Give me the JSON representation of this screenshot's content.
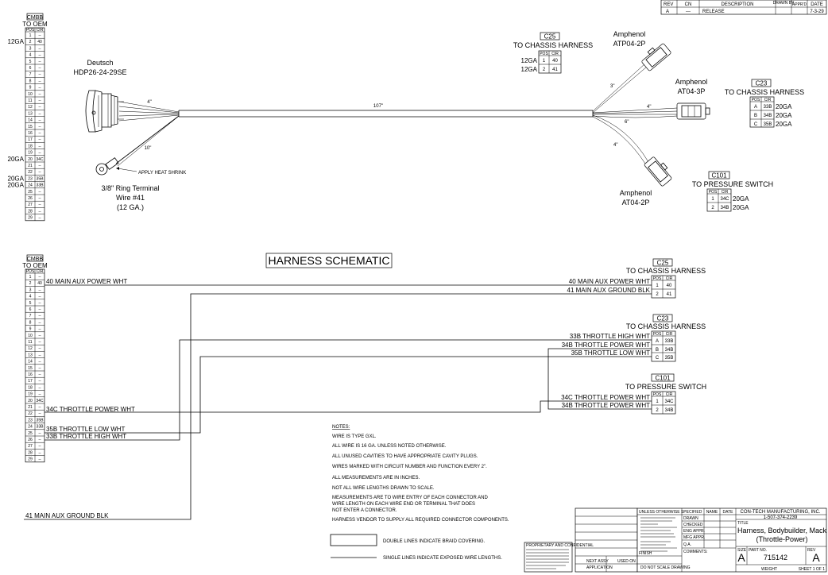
{
  "revision_block": {
    "headers": [
      "REV",
      "CN",
      "DESCRIPTION",
      "DRAWN BY",
      "APPR'D",
      "DATE"
    ],
    "row": [
      "A",
      "---",
      "RELEASE",
      "",
      "",
      "7-3-29"
    ]
  },
  "title_top": "HARNESS SCHEMATIC",
  "cmbb_table": {
    "name": "CMBB",
    "subtitle": "TO OEM",
    "pos_header": "POS",
    "cir_header": "CIR",
    "rows": [
      {
        "pos": "1",
        "cir": "--"
      },
      {
        "pos": "2",
        "cir": "40"
      },
      {
        "pos": "3",
        "cir": "--"
      },
      {
        "pos": "4",
        "cir": "--"
      },
      {
        "pos": "5",
        "cir": "--"
      },
      {
        "pos": "6",
        "cir": "--"
      },
      {
        "pos": "7",
        "cir": "--"
      },
      {
        "pos": "8",
        "cir": "--"
      },
      {
        "pos": "9",
        "cir": "--"
      },
      {
        "pos": "10",
        "cir": "--"
      },
      {
        "pos": "11",
        "cir": "--"
      },
      {
        "pos": "12",
        "cir": "--"
      },
      {
        "pos": "13",
        "cir": "--"
      },
      {
        "pos": "14",
        "cir": "--"
      },
      {
        "pos": "15",
        "cir": "--"
      },
      {
        "pos": "16",
        "cir": "--"
      },
      {
        "pos": "17",
        "cir": "--"
      },
      {
        "pos": "18",
        "cir": "--"
      },
      {
        "pos": "19",
        "cir": "--"
      },
      {
        "pos": "20",
        "cir": "34C"
      },
      {
        "pos": "21",
        "cir": "--"
      },
      {
        "pos": "22",
        "cir": "--"
      },
      {
        "pos": "23",
        "cir": "35B"
      },
      {
        "pos": "24",
        "cir": "33B"
      },
      {
        "pos": "25",
        "cir": "--"
      },
      {
        "pos": "26",
        "cir": "--"
      },
      {
        "pos": "27",
        "cir": "--"
      },
      {
        "pos": "28",
        "cir": "--"
      },
      {
        "pos": "29",
        "cir": "--"
      }
    ],
    "gauges": [
      {
        "row": 2,
        "label": "12GA"
      },
      {
        "row": 20,
        "label": "20GA"
      },
      {
        "row": 23,
        "label": "20GA"
      },
      {
        "row": 24,
        "label": "20GA"
      }
    ]
  },
  "top_drawing": {
    "deutsch": {
      "line1": "Deutsch",
      "line2": "HDP26-24-29SE"
    },
    "ring": {
      "line1": "3/8\" Ring Terminal",
      "line2": "Wire #41",
      "line3": "(12 GA.)"
    },
    "heat_shrink": "APPLY HEAT SHRINK",
    "dims": {
      "d4_left": "4\"",
      "d10": "10\"",
      "d107": "107\"",
      "d3": "3\"",
      "d4_c23": "4\"",
      "d6": "6\"",
      "d4_c101": "4\""
    },
    "amphenol_c25": {
      "line1": "Amphenol",
      "line2": "ATP04-2P"
    },
    "amphenol_c23": {
      "line1": "Amphenol",
      "line2": "AT04-3P"
    },
    "amphenol_c101": {
      "line1": "Amphenol",
      "line2": "AT04-2P"
    },
    "c25": {
      "name": "C25",
      "subtitle": "TO CHASSIS HARNESS",
      "headers": [
        "POS",
        "CIR"
      ],
      "rows": [
        {
          "ga": "12GA",
          "pos": "1",
          "cir": "40"
        },
        {
          "ga": "12GA",
          "pos": "2",
          "cir": "41"
        }
      ]
    },
    "c23": {
      "name": "C23",
      "subtitle": "TO CHASSIS HARNESS",
      "headers": [
        "POS",
        "CIR"
      ],
      "rows": [
        {
          "pos": "A",
          "cir": "33B",
          "ga": "20GA"
        },
        {
          "pos": "B",
          "cir": "34B",
          "ga": "20GA"
        },
        {
          "pos": "C",
          "cir": "35B",
          "ga": "20GA"
        }
      ]
    },
    "c101": {
      "name": "C101",
      "subtitle": "TO PRESSURE SWITCH",
      "headers": [
        "POS",
        "CIR"
      ],
      "rows": [
        {
          "pos": "1",
          "cir": "34C",
          "ga": "20GA"
        },
        {
          "pos": "2",
          "cir": "34B",
          "ga": "20GA"
        }
      ]
    }
  },
  "schematic": {
    "c25": {
      "name": "C25",
      "subtitle": "TO CHASSIS HARNESS",
      "headers": [
        "POS",
        "CIR"
      ],
      "rows": [
        {
          "pos": "1",
          "cir": "40"
        },
        {
          "pos": "2",
          "cir": "41"
        }
      ]
    },
    "c23": {
      "name": "C23",
      "subtitle": "TO CHASSIS HARNESS",
      "headers": [
        "POS",
        "CIR"
      ],
      "rows": [
        {
          "pos": "A",
          "cir": "33B"
        },
        {
          "pos": "B",
          "cir": "34B"
        },
        {
          "pos": "C",
          "cir": "35B"
        }
      ]
    },
    "c101": {
      "name": "C101",
      "subtitle": "TO PRESSURE SWITCH",
      "headers": [
        "POS",
        "CIR"
      ],
      "rows": [
        {
          "pos": "1",
          "cir": "34C"
        },
        {
          "pos": "2",
          "cir": "34B"
        }
      ]
    },
    "wires": {
      "w40_left": "40  MAIN AUX POWER  WHT",
      "w40_right": "40  MAIN AUX POWER  WHT",
      "w41_right": "41  MAIN AUX GROUND  BLK",
      "w41_left": "41  MAIN AUX GROUND  BLK",
      "w34c_left": "34C  THROTTLE POWER  WHT",
      "w35b_left": "35B  THROTTLE LOW  WHT",
      "w33b_left": "33B  THROTTLE HIGH  WHT",
      "w33b_right": "33B  THROTTLE HIGH  WHT",
      "w34b_right": "34B  THROTTLE POWER  WHT",
      "w35b_right": "35B  THROTTLE LOW  WHT",
      "w34c_right": "34C  THROTTLE POWER  WHT",
      "w34b_c101_right": "34B  THROTTLE POWER  WHT"
    }
  },
  "notes": {
    "heading": "NOTES:",
    "items": [
      "WIRE IS TYPE GXL.",
      "ALL WIRE IS 16 GA. UNLESS NOTED OTHERWISE.",
      "ALL UNUSED CAVITIES TO HAVE APPROPRIATE CAVITY PLUGS.",
      "WIRES MARKED WITH CIRCUIT NUMBER AND FUNCTION EVERY 2\".",
      "ALL MEASUREMENTS ARE IN INCHES.",
      "NOT ALL WIRE LENGTHS DRAWN TO SCALE.",
      "MEASUREMENTS ARE TO WIRE ENTRY OF EACH CONNECTOR AND",
      "WIRE LENGTH ON EACH WIRE END OR TERMINAL THAT DOES",
      "NOT ENTER A CONNECTOR.",
      "HARNESS VENDOR TO SUPPLY ALL REQUIRED CONNECTOR COMPONENTS."
    ],
    "legend_double": "DOUBLE LINES INDICATE BRAID COVERING.",
    "legend_single": "SINGLE LINES INDICATE EXPOSED WIRE LENGTHS."
  },
  "title_block": {
    "company": "CON-TECH MANUFACTURING, INC.",
    "phone": "1-507-374-2239",
    "title_label": "TITLE",
    "title_line1": "Harness, Bodybuilder, Mack",
    "title_line2": "(Throttle-Power)",
    "size_label": "SIZE",
    "size": "A",
    "part_label": "PART NO.",
    "part_no": "715142",
    "rev_label": "REV",
    "rev": "A",
    "sheet": "SHEET 1 OF 1",
    "unless": "UNLESS OTHERWISE SPECIFIED",
    "name_col": "NAME",
    "date_col": "DATE",
    "drawn": "DRAWN",
    "checked": "CHECKED",
    "eng_appr": "ENG APPR.",
    "mfg_appr": "MFG APPR.",
    "qa": "Q.A.",
    "comments": "COMMENTS:",
    "finish": "FINISH",
    "application": "APPLICATION",
    "next_assy": "NEXT ASSY",
    "used_on": "USED ON",
    "do_not_scale": "DO NOT SCALE DRAWING",
    "weight": "WEIGHT",
    "proprietary": "PROPRIETARY AND CONFIDENTIAL"
  }
}
